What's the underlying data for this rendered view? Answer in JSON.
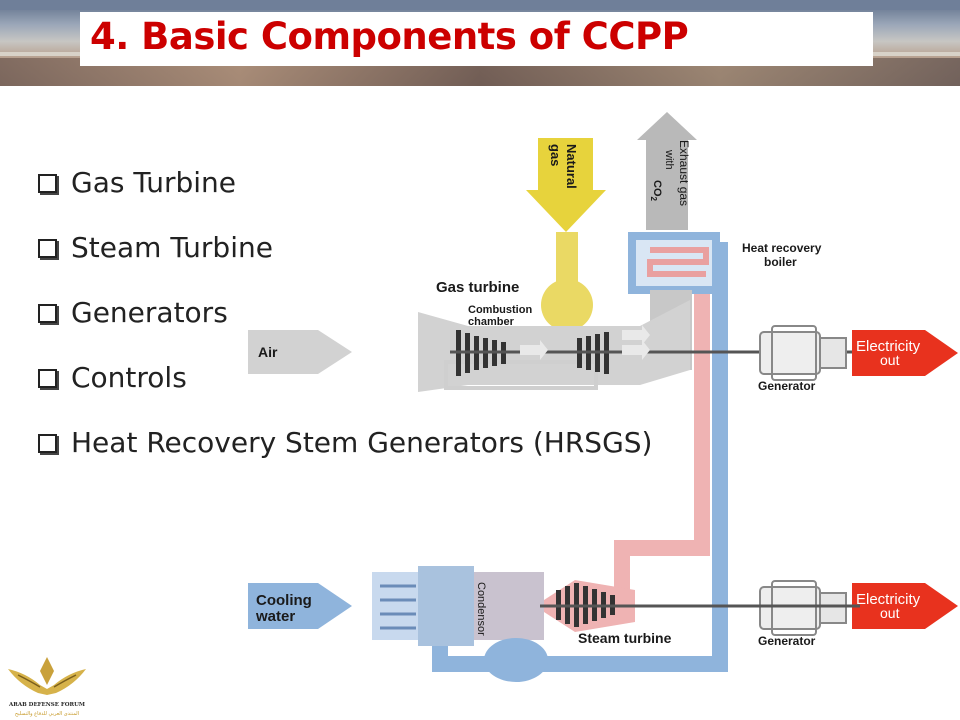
{
  "slide": {
    "title": "4. Basic Components of CCPP",
    "bullets": [
      "Gas Turbine",
      "Steam Turbine",
      "Generators",
      "Controls",
      "Heat Recovery Stem Generators (HRSGS)"
    ]
  },
  "diagram": {
    "natural_gas": [
      "Natural",
      "gas"
    ],
    "exhaust": [
      "Exhaust gas",
      "with"
    ],
    "co2": "CO",
    "co2_sub": "2",
    "heat_recovery": [
      "Heat recovery",
      "boiler"
    ],
    "gas_turbine": "Gas turbine",
    "combustion": [
      "Combustion",
      "chamber"
    ],
    "air": "Air",
    "generator_top": "Generator",
    "generator_bottom": "Generator",
    "electricity_top": [
      "Electricity",
      "out"
    ],
    "electricity_bottom": [
      "Electricity",
      "out"
    ],
    "cooling_water": [
      "Cooling",
      "water"
    ],
    "condenser": "Condensor",
    "steam_turbine": "Steam turbine"
  },
  "logo": {
    "line1": "ARAB DEFENSE FORUM",
    "line2": "المنتدى العربي للدفاع والتسليح"
  },
  "colors": {
    "title_red": "#cc0000",
    "blue_pipe": "#8fb4dc",
    "red_pipe": "#efb3b3",
    "gas_yellow": "#e7d33c",
    "arrow_red": "#e8321e"
  }
}
